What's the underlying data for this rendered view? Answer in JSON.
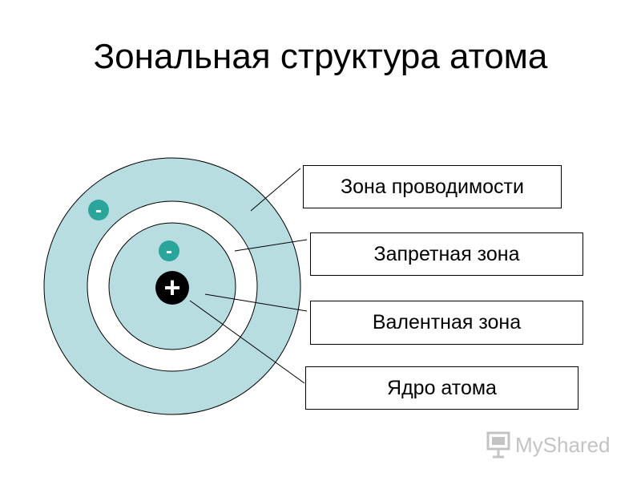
{
  "title": "Зональная структура атома",
  "diagram": {
    "nucleus_symbol": "+",
    "electron_symbol": "-",
    "labels": [
      "Зона проводимости",
      "Запретная зона",
      "Валентная зона",
      "Ядро атома"
    ]
  },
  "colors": {
    "zone_fill": "#b7dde0",
    "gap_fill": "#ffffff",
    "electron": "#2aa59c",
    "nucleus": "#000000",
    "stroke": "#000000"
  },
  "watermark": {
    "text": "MyShared",
    "icon": "projector-screen-icon"
  }
}
